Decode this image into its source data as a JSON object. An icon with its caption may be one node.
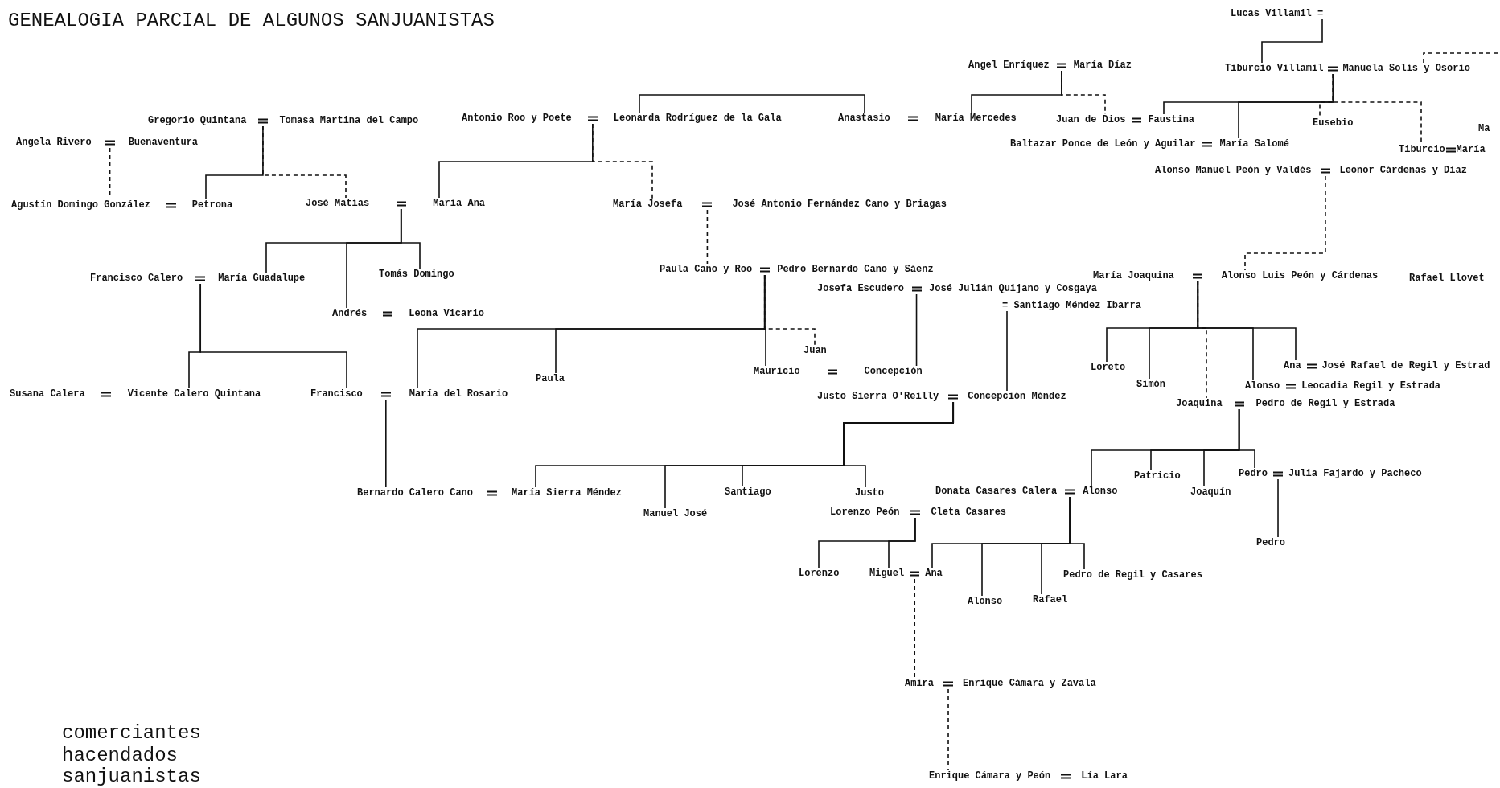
{
  "diagram": {
    "title": "GENEALOGIA PARCIAL DE ALGUNOS SANJUANISTAS",
    "nodes": [
      {
        "text": [
          "Angela Rivero",
          "Buenaventura"
        ]
      },
      {
        "text": [
          "Gregorio Quintana",
          "Tomasa Martina del Campo"
        ]
      },
      {
        "text": [
          "Antonio Roo y Poete",
          "Leonarda Rodríguez de la Gala"
        ]
      },
      {
        "text": [
          "Anastasio",
          "María Mercedes"
        ]
      },
      {
        "text": [
          "Angel Enríquez",
          "María Díaz"
        ]
      },
      {
        "text": [
          "Lucas Villamil ="
        ]
      },
      {
        "text": [
          "Tiburcio Villamil",
          "Manuela Solís y Osorio"
        ]
      },
      {
        "text": [
          "Juan de Dios",
          "Faustina"
        ]
      },
      {
        "text": [
          "Eusebio"
        ]
      },
      {
        "text": [
          "Baltazar Ponce de León y Aguilar",
          "María Salomé"
        ]
      },
      {
        "text": [
          "Tiburcio",
          "María"
        ]
      },
      {
        "text": [
          "Alonso Manuel Peón y Valdés",
          "Leonor Cárdenas y Díaz"
        ]
      },
      {
        "text": [
          "Agustín Domingo González",
          "Petrona"
        ]
      },
      {
        "text": [
          "José Matías",
          "María Ana"
        ]
      },
      {
        "text": [
          "María Josefa",
          "José Antonio Fernández Cano y Briagas"
        ]
      },
      {
        "text": [
          "Francisco Calero",
          "María Guadalupe"
        ]
      },
      {
        "text": [
          "Tomás Domingo"
        ]
      },
      {
        "text": [
          "Paula Cano y Roo",
          "Pedro Bernardo Cano y Sáenz"
        ]
      },
      {
        "text": [
          "Josefa Escudero",
          "José Julián Quijano y Cosgaya"
        ]
      },
      {
        "text": [
          "= Santiago Méndez Ibarra"
        ]
      },
      {
        "text": [
          "María Joaquina",
          "Alonso Luis Peón y Cárdenas"
        ]
      },
      {
        "text": [
          "Andrés",
          "Leona Vicario"
        ]
      },
      {
        "text": [
          "Juan"
        ]
      },
      {
        "text": [
          "Loreto"
        ]
      },
      {
        "text": [
          "Ana",
          "José Rafael de Regil y Estrad"
        ]
      },
      {
        "text": [
          "Mauricio",
          "Concepción"
        ]
      },
      {
        "text": [
          "Paula"
        ]
      },
      {
        "text": [
          "Simón"
        ]
      },
      {
        "text": [
          "Alonso",
          "Leocadia Regil y Estrada"
        ]
      },
      {
        "text": [
          "Susana Calera",
          "Vicente Calero Quintana"
        ]
      },
      {
        "text": [
          "Francisco",
          "María del Rosario"
        ]
      },
      {
        "text": [
          "Justo Sierra O'Reilly",
          "Concepción Méndez"
        ]
      },
      {
        "text": [
          "Joaquina",
          "Pedro de Regil y Estrada"
        ]
      },
      {
        "text": [
          "Patricio"
        ]
      },
      {
        "text": [
          "Pedro",
          "Julia Fajardo y Pacheco"
        ]
      },
      {
        "text": [
          "Bernardo Calero Cano",
          "María Sierra Méndez"
        ]
      },
      {
        "text": [
          "Manuel José"
        ]
      },
      {
        "text": [
          "Santiago"
        ]
      },
      {
        "text": [
          "Justo"
        ]
      },
      {
        "text": [
          "Donata Casares Calera",
          "Alonso"
        ]
      },
      {
        "text": [
          "Joaquín"
        ]
      },
      {
        "text": [
          "Lorenzo Peón",
          "Cleta Casares"
        ]
      },
      {
        "text": [
          "Pedro"
        ]
      },
      {
        "text": [
          "Lorenzo"
        ]
      },
      {
        "text": [
          "Miguel",
          "Ana"
        ]
      },
      {
        "text": [
          "Pedro de Regil y Casares"
        ]
      },
      {
        "text": [
          "Alonso"
        ]
      },
      {
        "text": [
          "Rafael"
        ]
      },
      {
        "text": [
          "Amira",
          "Enrique Cámara y Zavala"
        ]
      },
      {
        "text": [
          "Enrique Cámara y Peón",
          "Lía Lara"
        ]
      }
    ],
    "edges": [
      {
        "from": 0,
        "to": 12,
        "arrow": "none",
        "style": "dashed"
      },
      {
        "from": 1,
        "to": 12,
        "arrow": "none"
      },
      {
        "from": 1,
        "to": 13,
        "arrow": "none",
        "style": "dashed"
      },
      {
        "from": 2,
        "to": 13,
        "arrow": "none"
      },
      {
        "from": 2,
        "to": 14,
        "arrow": "none",
        "style": "dashed"
      },
      {
        "from": 13,
        "to": 15,
        "arrow": "none"
      },
      {
        "from": 13,
        "to": 21,
        "arrow": "none"
      },
      {
        "from": 13,
        "to": 16,
        "arrow": "none"
      },
      {
        "from": 14,
        "to": 17,
        "arrow": "none",
        "style": "dashed"
      },
      {
        "from": 15,
        "to": 29,
        "arrow": "none"
      },
      {
        "from": 15,
        "to": 30,
        "arrow": "none"
      },
      {
        "from": 17,
        "to": 30,
        "arrow": "none"
      },
      {
        "from": 17,
        "to": 26,
        "arrow": "none"
      },
      {
        "from": 17,
        "to": 25,
        "arrow": "none"
      },
      {
        "from": 17,
        "to": 22,
        "arrow": "none",
        "style": "dashed"
      },
      {
        "from": 18,
        "to": 25,
        "arrow": "none"
      },
      {
        "from": 19,
        "to": 31,
        "arrow": "none"
      },
      {
        "from": 30,
        "to": 35,
        "arrow": "none"
      },
      {
        "from": 31,
        "to": 35,
        "arrow": "none"
      },
      {
        "from": 31,
        "to": 36,
        "arrow": "none"
      },
      {
        "from": 31,
        "to": 37,
        "arrow": "none"
      },
      {
        "from": 31,
        "to": 38,
        "arrow": "none"
      },
      {
        "from": 41,
        "to": 43,
        "arrow": "none"
      },
      {
        "from": 41,
        "to": 44,
        "arrow": "none"
      },
      {
        "from": 39,
        "to": 44,
        "arrow": "none"
      },
      {
        "from": 39,
        "to": 46,
        "arrow": "none"
      },
      {
        "from": 39,
        "to": 47,
        "arrow": "none"
      },
      {
        "from": 39,
        "to": 45,
        "arrow": "none"
      },
      {
        "from": 44,
        "to": 48,
        "arrow": "none",
        "style": "dashed"
      },
      {
        "from": 48,
        "to": 49,
        "arrow": "none",
        "style": "dashed"
      },
      {
        "from": 4,
        "to": 3,
        "arrow": "none"
      },
      {
        "from": 4,
        "to": 7,
        "arrow": "none",
        "style": "dashed"
      },
      {
        "from": 2,
        "to": 3,
        "arrow": "none"
      },
      {
        "from": 5,
        "to": 6,
        "arrow": "none"
      },
      {
        "from": 6,
        "to": 7,
        "arrow": "none"
      },
      {
        "from": 6,
        "to": 9,
        "arrow": "none"
      },
      {
        "from": 6,
        "to": 8,
        "arrow": "none",
        "style": "dashed"
      },
      {
        "from": 6,
        "to": 10,
        "arrow": "none",
        "style": "dashed"
      },
      {
        "from": 11,
        "to": 20,
        "arrow": "none",
        "style": "dashed"
      },
      {
        "from": 20,
        "to": 23,
        "arrow": "none"
      },
      {
        "from": 20,
        "to": 27,
        "arrow": "none"
      },
      {
        "from": 20,
        "to": 32,
        "arrow": "none",
        "style": "dashed"
      },
      {
        "from": 20,
        "to": 28,
        "arrow": "none"
      },
      {
        "from": 20,
        "to": 24,
        "arrow": "none"
      },
      {
        "from": 32,
        "to": 39,
        "arrow": "none"
      },
      {
        "from": 32,
        "to": 33,
        "arrow": "none"
      },
      {
        "from": 32,
        "to": 40,
        "arrow": "none"
      },
      {
        "from": 32,
        "to": 34,
        "arrow": "none"
      },
      {
        "from": 34,
        "to": 42,
        "arrow": "none"
      },
      {
        "from": null,
        "to": 6,
        "arrow": "none",
        "style": "dashed"
      }
    ],
    "labels": [
      "Ma",
      "Rafael Llovet",
      "comerciantes",
      "hacendados",
      "sanjuanistas"
    ]
  }
}
